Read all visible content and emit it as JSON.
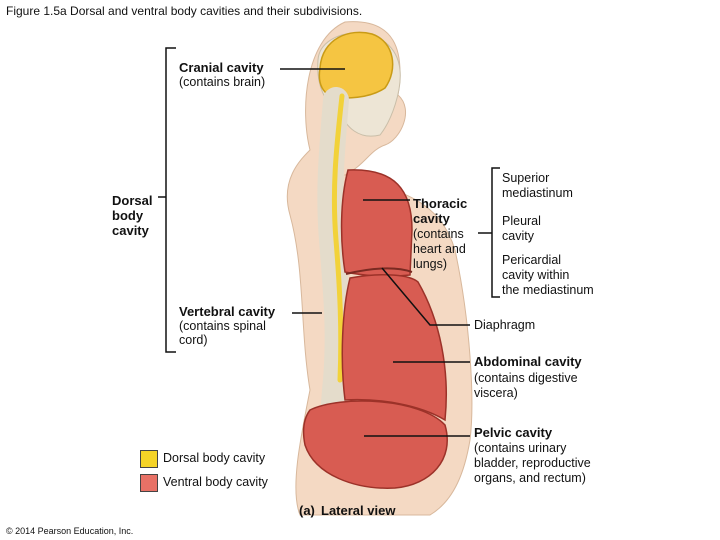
{
  "figure": {
    "title": "Figure 1.5a Dorsal and ventral body cavities and their subdivisions.",
    "caption_letter": "(a)",
    "caption_text": "Lateral view",
    "copyright": "© 2014 Pearson Education, Inc."
  },
  "labels": {
    "cranial": {
      "name": "Cranial cavity",
      "desc": "(contains brain)"
    },
    "dorsal": {
      "name_lines": [
        "Dorsal",
        "body",
        "cavity"
      ]
    },
    "vertebral": {
      "name": "Vertebral cavity",
      "desc_lines": [
        "(contains spinal",
        "cord)"
      ]
    },
    "thoracic": {
      "name_lines": [
        "Thoracic",
        "cavity"
      ],
      "desc_lines": [
        "(contains",
        "heart and",
        "lungs)"
      ]
    },
    "superior_mediastinum": {
      "lines": [
        "Superior",
        "mediastinum"
      ]
    },
    "pleural": {
      "lines": [
        "Pleural",
        "cavity"
      ]
    },
    "pericardial": {
      "lines": [
        "Pericardial",
        "cavity within",
        "the mediastinum"
      ]
    },
    "diaphragm": {
      "name": "Diaphragm"
    },
    "abdominal": {
      "name": "Abdominal cavity",
      "desc_lines": [
        "(contains digestive",
        "viscera)"
      ]
    },
    "pelvic": {
      "name": "Pelvic cavity",
      "desc_lines": [
        "(contains urinary",
        "bladder, reproductive",
        "organs, and rectum)"
      ]
    }
  },
  "legend": [
    {
      "label": "Dorsal body cavity",
      "color": "#f5d327"
    },
    {
      "label": "Ventral body cavity",
      "color": "#e87166"
    }
  ]
}
